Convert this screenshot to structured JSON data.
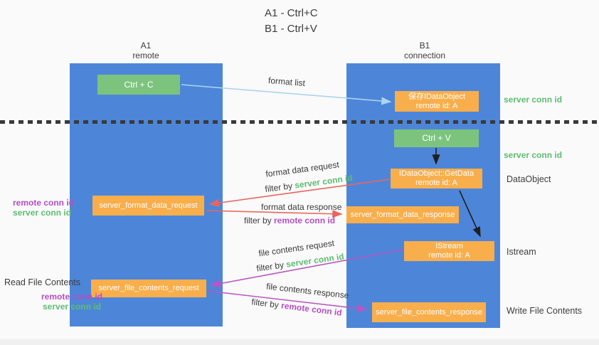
{
  "title": {
    "line1": "A1 - Ctrl+C",
    "line2": "B1 - Ctrl+V"
  },
  "columns": {
    "left": {
      "name": "A1",
      "role": "remote"
    },
    "right": {
      "name": "B1",
      "role": "connection"
    }
  },
  "nodes": {
    "ctrl_c": "Ctrl + C",
    "ctrl_v": "Ctrl + V",
    "save_idataobject": {
      "line1": "保存IDataObject",
      "line2": "remote id: A"
    },
    "getdata": {
      "line1": "IDataObject::GetData",
      "line2": "remote id: A"
    },
    "istream": {
      "line1": "IStream",
      "line2": "remote id: A"
    },
    "format_request": "server_format_data_request",
    "format_response": "server_format_data_response",
    "file_request": "server_file_contents_request",
    "file_response": "server_file_contents_response"
  },
  "arrow_labels": {
    "format_list": "format list",
    "format_data_request": "format data request",
    "format_data_response": "format data response",
    "file_contents_request": "file contents request",
    "file_contents_response": "file contents response",
    "filter_by": "filter by ",
    "server_conn_id": "server conn id",
    "remote_conn_id": "remote conn id"
  },
  "side_labels": {
    "left": {
      "remote_conn_id_1": "remote conn id",
      "server_conn_id_1": "server conn id",
      "read_file_contents": "Read File Contents",
      "remote_conn_id_2": "remote conn id",
      "server_conn_id_2": "server conn id"
    },
    "right": {
      "server_conn_id_1": "server conn id",
      "server_conn_id_2": "server conn id",
      "dataobject": "DataObject",
      "istream": "Istream",
      "write_file_contents": "Write File Contents"
    }
  },
  "colors": {
    "column_blue": "#4d86d8",
    "node_green": "#7cc47e",
    "node_orange": "#f9ae4c",
    "arrow_light_blue": "#aad4f0",
    "arrow_red": "#ea655e",
    "arrow_purple": "#ba55c3",
    "arrow_black": "#1f1f1f",
    "label_green": "#5dbd6f",
    "label_purple": "#b44ec3",
    "text_dark": "#3c3c3c",
    "background": "#fafafa"
  }
}
